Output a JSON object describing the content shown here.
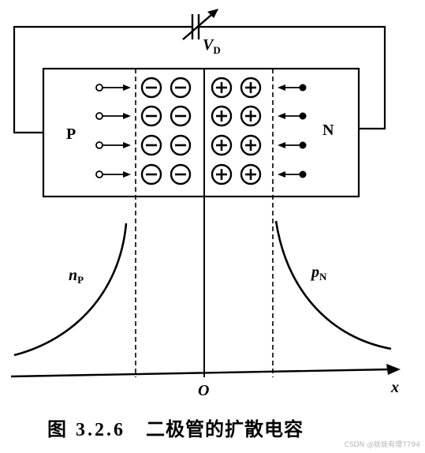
{
  "figure": {
    "capacitor_label": {
      "main": "V",
      "sub": "D"
    },
    "p_region_label": "P",
    "n_region_label": "N",
    "left_curve_label": {
      "main": "n",
      "sub": "P"
    },
    "right_curve_label": {
      "main": "p",
      "sub": "N"
    },
    "origin_label": "O",
    "axis_label": "x",
    "negative_ion_symbol": "⊖",
    "positive_ion_symbol": "⊕"
  },
  "caption": {
    "number": "图 3.2.6",
    "title": "二极管的扩散电容"
  },
  "watermark": "CSDN @妩妩有理7794"
}
